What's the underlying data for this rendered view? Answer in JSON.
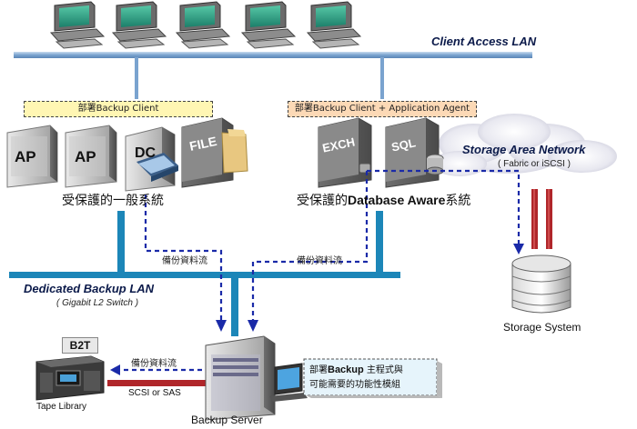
{
  "lan_client": {
    "title": "Client Access LAN"
  },
  "san": {
    "title": "Storage Area Network",
    "subtitle": "( Fabric or iSCSI )"
  },
  "lan_backup": {
    "title": "Dedicated Backup LAN",
    "subtitle": "( Gigabit L2 Switch )"
  },
  "group_general": {
    "tag": "部署Backup Client",
    "caption": "受保護的一般系統",
    "servers": [
      "AP",
      "AP",
      "DC",
      "FILE"
    ]
  },
  "group_db": {
    "tag": "部署Backup Client + Application Agent",
    "caption_pre": "受保護的",
    "caption_bold": "Database Aware",
    "caption_post": "系統",
    "servers": [
      "EXCH",
      "SQL"
    ]
  },
  "flows": {
    "left": "備份資料流",
    "right": "備份資料流",
    "tape": "備份資料流"
  },
  "b2t": {
    "label": "B2T"
  },
  "tape_library": {
    "label": "Tape Library"
  },
  "link": {
    "label": "SCSI or SAS"
  },
  "backup_server": {
    "label": "Backup Server"
  },
  "storage": {
    "label": "Storage System"
  },
  "deploy_note": {
    "pre": "部署",
    "bold": "Backup",
    "post": " 主程式與",
    "line2": "可能需要的功能性模組"
  },
  "colors": {
    "lan_bar": "#7aa3cf",
    "vertical": "#1c86b8",
    "flow_dash": "#1a2aa8",
    "san_pipe": "#b0262a",
    "tag_yellow": "#fff6b3",
    "tag_orange": "#fcd9b6",
    "note_bg": "#e6f4fb"
  }
}
